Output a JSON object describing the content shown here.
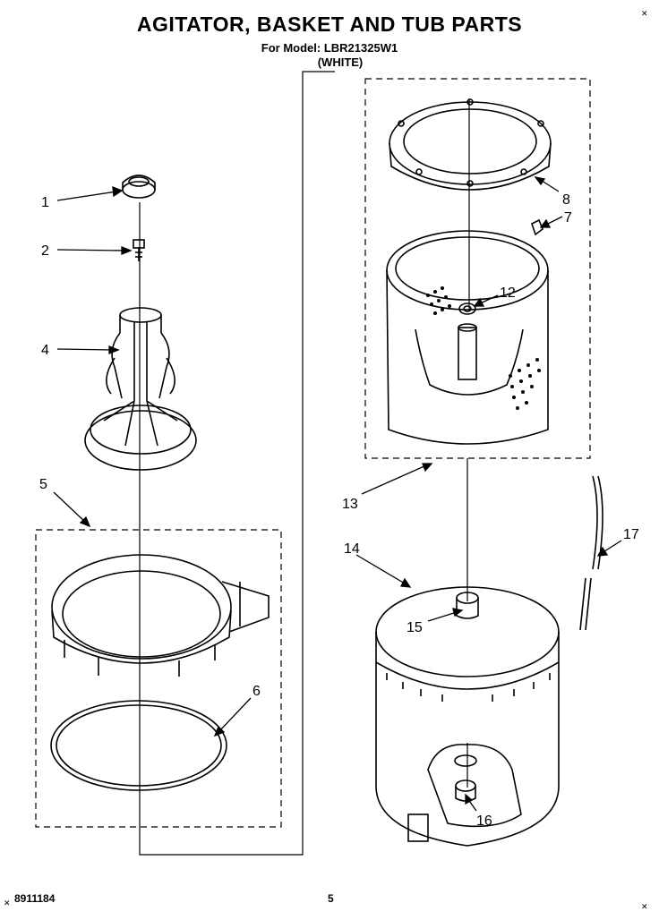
{
  "title": "AGITATOR, BASKET AND TUB PARTS",
  "subtitle": "For Model: LBR21325W1",
  "color_line": "(WHITE)",
  "footer_code": "8911184",
  "page_number": "5",
  "callouts": [
    {
      "id": "c1",
      "label": "1"
    },
    {
      "id": "c2",
      "label": "2"
    },
    {
      "id": "c4",
      "label": "4"
    },
    {
      "id": "c5",
      "label": "5"
    },
    {
      "id": "c6",
      "label": "6"
    },
    {
      "id": "c7",
      "label": "7"
    },
    {
      "id": "c8",
      "label": "8"
    },
    {
      "id": "c12",
      "label": "12"
    },
    {
      "id": "c13",
      "label": "13"
    },
    {
      "id": "c14",
      "label": "14"
    },
    {
      "id": "c15",
      "label": "15"
    },
    {
      "id": "c16",
      "label": "16"
    },
    {
      "id": "c17",
      "label": "17"
    }
  ]
}
